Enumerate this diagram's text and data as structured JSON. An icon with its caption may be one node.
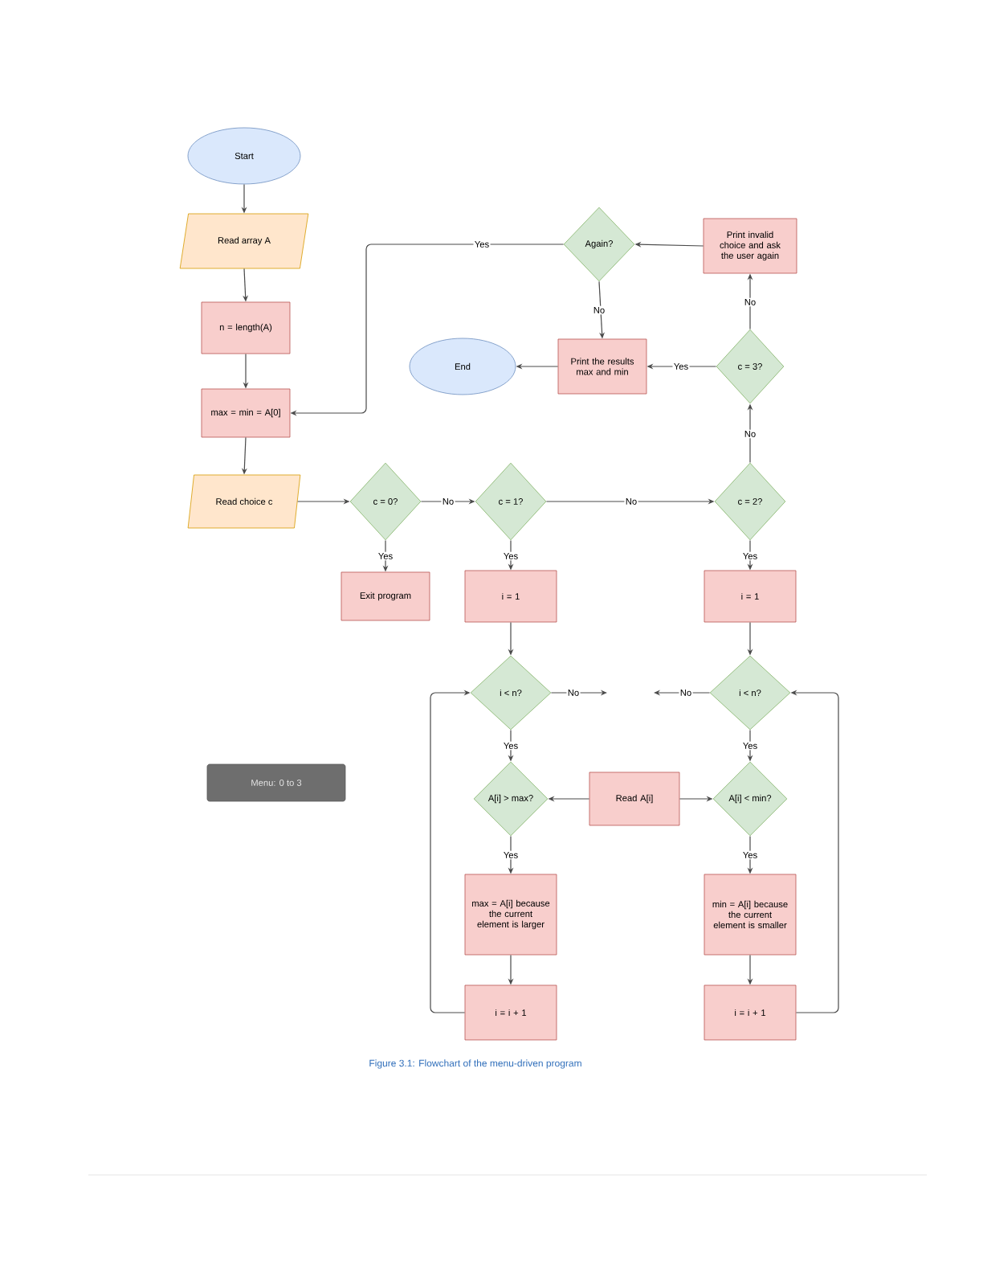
{
  "diagram": {
    "caption": "Figure 3.1: Flowchart of the menu-driven program",
    "nodes": [
      {
        "text": [
          "Start"
        ]
      },
      {
        "text": [
          "Read array A"
        ]
      },
      {
        "text": [
          "n = length(A)"
        ]
      },
      {
        "text": [
          "max = min = A[0]"
        ]
      },
      {
        "text": [
          "Read choice c"
        ]
      },
      {
        "text": [
          "c = 0?"
        ]
      },
      {
        "text": [
          "Exit program"
        ]
      },
      {
        "text": [
          "c = 1?"
        ]
      },
      {
        "text": [
          "i = 1"
        ]
      },
      {
        "text": [
          "c = 2?"
        ]
      },
      {
        "text": [
          "i = 1"
        ]
      },
      {
        "text": [
          "c = 3?"
        ]
      },
      {
        "text": [
          "Print invalid choice and ask the user again"
        ]
      },
      {
        "text": [
          "Again?"
        ]
      },
      {
        "text": [
          "Print the results max and min"
        ]
      },
      {
        "text": [
          "End"
        ]
      },
      {
        "text": [
          "i < n?"
        ]
      },
      {
        "text": [
          "i < n?"
        ]
      },
      {
        "text": [
          "A[i] > max?"
        ]
      },
      {
        "text": [
          "A[i] < min?"
        ]
      },
      {
        "text": [
          "Read A[i]"
        ]
      },
      {
        "text": [
          "max = A[i] because the current element is larger"
        ]
      },
      {
        "text": [
          "i = i + 1"
        ]
      },
      {
        "text": [
          "min = A[i] because the current element is smaller"
        ]
      },
      {
        "text": [
          "i = i + 1"
        ]
      },
      {
        "text": [
          "Menu: 0 to 3"
        ]
      }
    ],
    "edges": [
      {
        "from": 0,
        "to": 1,
        "arrow": "to"
      },
      {
        "from": 1,
        "to": 2,
        "arrow": "to"
      },
      {
        "from": 2,
        "to": 3,
        "arrow": "to"
      },
      {
        "from": 3,
        "to": 4,
        "arrow": "to"
      },
      {
        "from": 4,
        "to": 5,
        "arrow": "to"
      },
      {
        "from": 5,
        "to": 6,
        "arrow": "to",
        "label": "Yes"
      },
      {
        "from": 5,
        "to": 7,
        "arrow": "to",
        "label": "No"
      },
      {
        "from": 7,
        "to": 8,
        "arrow": "to",
        "label": "Yes"
      },
      {
        "from": 7,
        "to": 9,
        "arrow": "to",
        "label": "No"
      },
      {
        "from": 9,
        "to": 10,
        "arrow": "to",
        "label": "Yes"
      },
      {
        "from": 9,
        "to": 11,
        "arrow": "to",
        "label": "No"
      },
      {
        "from": 11,
        "to": 14,
        "arrow": "to",
        "label": "Yes"
      },
      {
        "from": 11,
        "to": 12,
        "arrow": "to",
        "label": "No"
      },
      {
        "from": 12,
        "to": 13,
        "arrow": "to"
      },
      {
        "from": 13,
        "to": 14,
        "arrow": "to",
        "label": "No"
      },
      {
        "from": 13,
        "to": 3,
        "arrow": "to",
        "label": "Yes"
      },
      {
        "from": 14,
        "to": 15,
        "arrow": "to"
      },
      {
        "from": 8,
        "to": 16,
        "arrow": "to"
      },
      {
        "from": 10,
        "to": 17,
        "arrow": "to"
      },
      {
        "from": 16,
        "to": 18,
        "arrow": "to",
        "label": "Yes"
      },
      {
        "from": 17,
        "to": 19,
        "arrow": "to",
        "label": "Yes"
      },
      {
        "from": 16,
        "to": null,
        "arrow": "to",
        "label": "No"
      },
      {
        "from": 17,
        "to": null,
        "arrow": "to",
        "label": "No"
      },
      {
        "from": 20,
        "to": 18,
        "arrow": "to"
      },
      {
        "from": 20,
        "to": 19,
        "arrow": "to"
      },
      {
        "from": 18,
        "to": 21,
        "arrow": "to",
        "label": "Yes"
      },
      {
        "from": 19,
        "to": 23,
        "arrow": "to",
        "label": "Yes"
      },
      {
        "from": 21,
        "to": 22,
        "arrow": "to"
      },
      {
        "from": 23,
        "to": 24,
        "arrow": "to"
      },
      {
        "from": 22,
        "to": 16,
        "arrow": "to"
      },
      {
        "from": 24,
        "to": 17,
        "arrow": "to"
      }
    ]
  }
}
